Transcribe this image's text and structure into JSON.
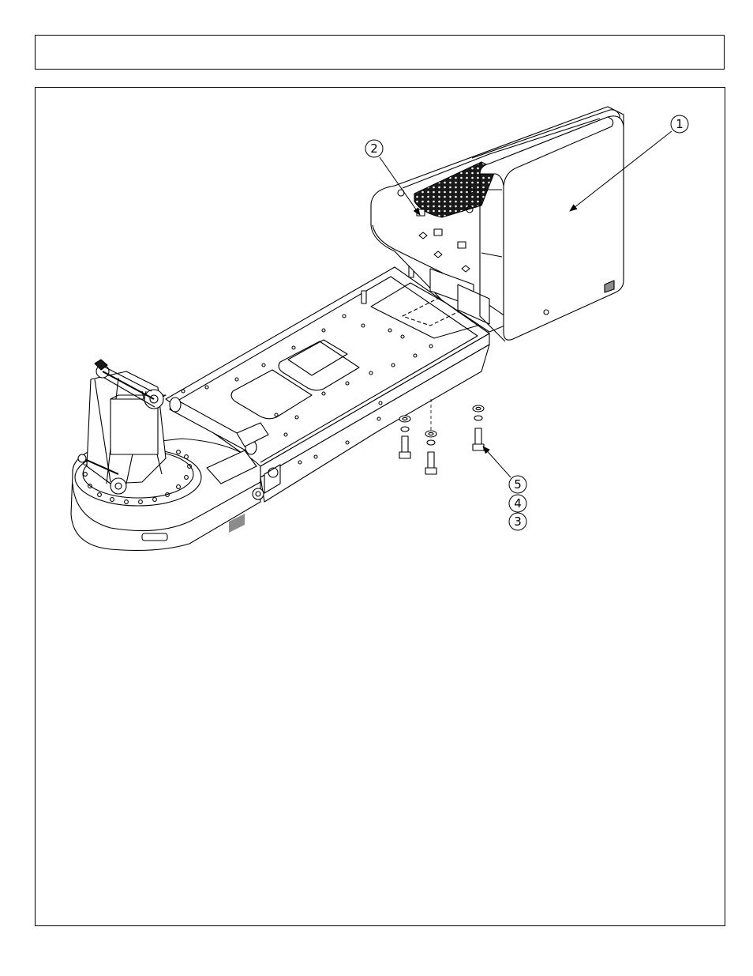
{
  "header": {
    "title": ""
  },
  "colors": {
    "line": "#000000",
    "mesh": "#1a1a1a",
    "shade": "#8c8c8c",
    "paper": "#ffffff"
  },
  "callouts": [
    {
      "id": "1",
      "label": "1"
    },
    {
      "id": "2",
      "label": "2"
    },
    {
      "id": "5",
      "label": "5"
    },
    {
      "id": "4",
      "label": "4"
    },
    {
      "id": "3",
      "label": "3"
    }
  ]
}
